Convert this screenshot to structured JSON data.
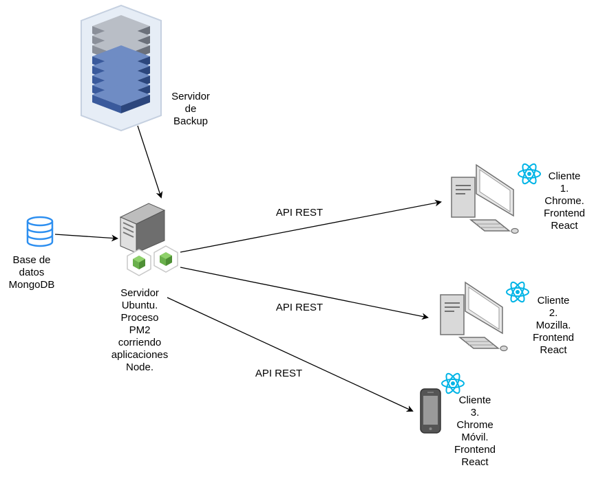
{
  "nodes": {
    "backup_server": {
      "label_lines": [
        "Servidor",
        "de",
        "Backup"
      ]
    },
    "database": {
      "label_lines": [
        "Base de",
        "datos",
        "MongoDB"
      ]
    },
    "main_server": {
      "label_lines": [
        "Servidor",
        "Ubuntu.",
        "Proceso",
        "PM2",
        "corriendo",
        "aplicaciones",
        "Node."
      ]
    },
    "client1": {
      "label_lines": [
        "Cliente",
        "1.",
        "Chrome.",
        "Frontend",
        "React"
      ]
    },
    "client2": {
      "label_lines": [
        "Cliente",
        "2.",
        "Mozilla.",
        "Frontend",
        "React"
      ]
    },
    "client3": {
      "label_lines": [
        "Cliente",
        "3.",
        "Chrome",
        "Móvil.",
        "Frontend",
        "React"
      ]
    }
  },
  "edges": {
    "to_client1": {
      "label": "API REST"
    },
    "to_client2": {
      "label": "API REST"
    },
    "to_client3": {
      "label": "API REST"
    }
  },
  "colors": {
    "arrow": "#000000",
    "rack_blue": "#3a5a9c",
    "rack_grey": "#8a8f99",
    "server_grey": "#6e6e6e",
    "node_green": "#6ab04c",
    "database_blue": "#2d8ff0",
    "react_blue": "#00b4e6"
  },
  "icons": [
    "rack-server-icon",
    "tower-server-icon",
    "nodejs-icon",
    "database-icon",
    "desktop-computer-icon",
    "react-icon",
    "mobile-phone-icon"
  ]
}
